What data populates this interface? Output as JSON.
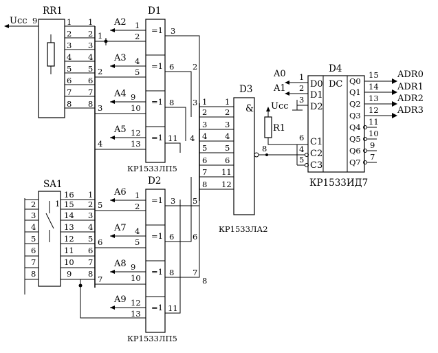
{
  "rr1": {
    "name": "RR1",
    "ucc": "Ucc",
    "ucc_pin": "9"
  },
  "sa1": {
    "name": "SA1",
    "switch_label": "1"
  },
  "d1": {
    "name": "D1",
    "type": "КР1533ЛП5",
    "gate": "=1"
  },
  "d2": {
    "name": "D2",
    "type": "КР1533ЛП5",
    "gate": "=1"
  },
  "d3": {
    "name": "D3",
    "type": "КР1533ЛА2",
    "gate": "&"
  },
  "d4": {
    "name": "D4",
    "type": "КР1533ИД7",
    "dc": "DC",
    "in_pins": [
      "D0",
      "D1",
      "D2",
      "C1",
      "C2",
      "C3"
    ],
    "out_pins": [
      "Q0",
      "Q1",
      "Q2",
      "Q3",
      "Q4",
      "Q5",
      "Q6",
      "Q7"
    ]
  },
  "r1": {
    "name": "R1",
    "ucc": "Ucc"
  },
  "addr_in": [
    "A2",
    "A3",
    "A4",
    "A5",
    "A6",
    "A7",
    "A8",
    "A9"
  ],
  "outputs": [
    "ADR0",
    "ADR1",
    "ADR2",
    "ADR3"
  ],
  "d4_inputs": [
    "A0",
    "A1"
  ]
}
